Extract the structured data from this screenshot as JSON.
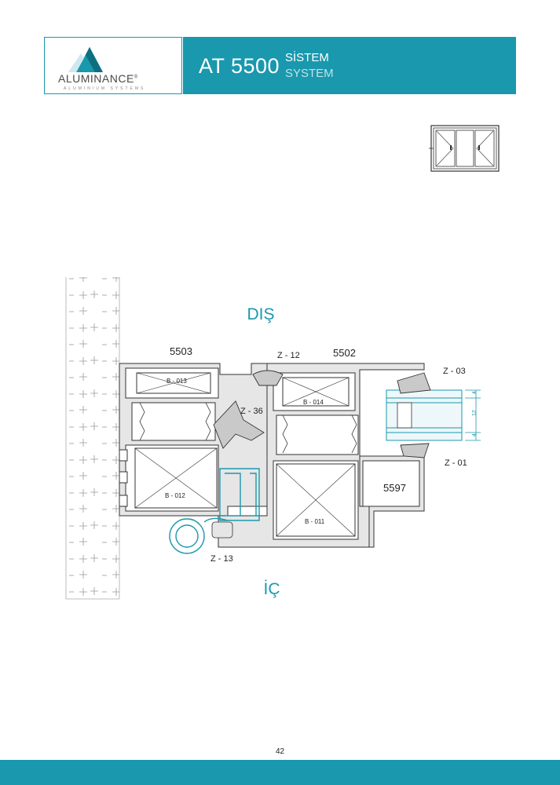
{
  "header": {
    "brand": "ALUMINANCE",
    "brand_registered": "®",
    "brand_tagline": "ALUMINIUM SYSTEMS",
    "system_title": "AT 5500",
    "system_label_tr": "SİSTEM",
    "system_label_en": "SYSTEM"
  },
  "diagram": {
    "outside_label": "DIŞ",
    "inside_label": "İÇ",
    "profiles": {
      "p5503": "5503",
      "p5502": "5502",
      "p5597": "5597"
    },
    "gaskets": {
      "z12": "Z - 12",
      "z36": "Z - 36",
      "z03": "Z - 03",
      "z01": "Z - 01",
      "z13": "Z - 13"
    },
    "bars": {
      "b013": "B - 013",
      "b014": "B - 014",
      "b012": "B - 012",
      "b011": "B - 011"
    },
    "dimensions": {
      "d1": "4",
      "d2": "12",
      "d3": "4"
    }
  },
  "footer": {
    "page_number": "42"
  },
  "colors": {
    "brand_teal": "#1a98ad",
    "profile_fill": "#dcdcdc",
    "stroke": "#333333"
  }
}
